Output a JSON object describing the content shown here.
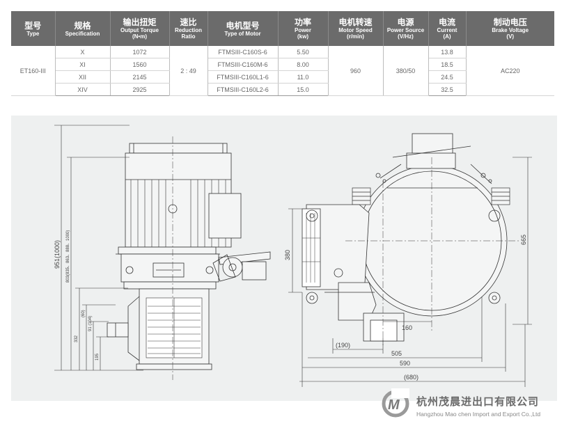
{
  "table": {
    "headers": [
      {
        "cn": "型号",
        "en": "Type"
      },
      {
        "cn": "规格",
        "en": "Specification"
      },
      {
        "cn": "输出扭矩",
        "en": "Output Torque",
        "unit": "(N•m)"
      },
      {
        "cn": "速比",
        "en": "Reduction",
        "unit": "Ratio"
      },
      {
        "cn": "电机型号",
        "en": "Type of Motor"
      },
      {
        "cn": "功率",
        "en": "Power",
        "unit": "(kw)"
      },
      {
        "cn": "电机转速",
        "en": "Motor Speed",
        "unit": "(r/min)"
      },
      {
        "cn": "电源",
        "en": "Power Source",
        "unit": "(V/Hz)"
      },
      {
        "cn": "电流",
        "en": "Current",
        "unit": "(A)"
      },
      {
        "cn": "制动电压",
        "en": "Brake Voltage",
        "unit": "(V)"
      }
    ],
    "model": "ET160-III",
    "ratio": "2 : 49",
    "motor_speed": "960",
    "power_source": "380/50",
    "brake_voltage": "AC220",
    "rows": [
      {
        "spec": "X",
        "torque": "1072",
        "motor": "FTMSIII-C160S-6",
        "power": "5.50",
        "current": "13.8"
      },
      {
        "spec": "XI",
        "torque": "1560",
        "motor": "FTMSIII-C160M-6",
        "power": "8.00",
        "current": "18.5"
      },
      {
        "spec": "XII",
        "torque": "2145",
        "motor": "FTMSIII-C160L1-6",
        "power": "11.0",
        "current": "24.5"
      },
      {
        "spec": "XIV",
        "torque": "2925",
        "motor": "FTMSIII-C160L2-6",
        "power": "15.0",
        "current": "32.5"
      }
    ]
  },
  "drawing": {
    "dims": {
      "total_height": "951(1000)",
      "sub_height": "803(835、863、888、1000)",
      "shaft_a": "(60)",
      "shaft_b": "91 (104)",
      "shaft_c": "332",
      "shaft_d": "195",
      "side_height": "380",
      "right_height": "665",
      "d160": "160",
      "d190": "(190)",
      "d505": "505",
      "d590": "590",
      "d680": "(680)"
    }
  },
  "footer": {
    "company_cn": "杭州茂晨进出口有限公司",
    "company_en": "Hangzhou Mao chen Import and Export Co.,Ltd",
    "logo_letter": "M",
    "logo_color": "#7a7a7a"
  }
}
